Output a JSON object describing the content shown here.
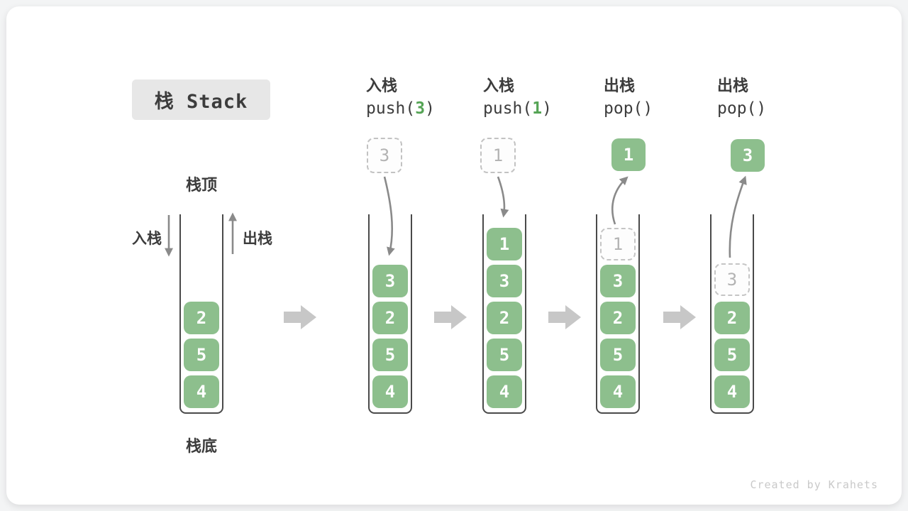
{
  "title": "栈 Stack",
  "footer": "Created by Krahets",
  "side_labels": {
    "stack_top": "栈顶",
    "stack_bottom": "栈底",
    "push": "入栈",
    "pop": "出栈"
  },
  "operations": [
    {
      "label": "入栈",
      "code_pre": "push(",
      "code_arg": "3",
      "code_post": ")"
    },
    {
      "label": "入栈",
      "code_pre": "push(",
      "code_arg": "1",
      "code_post": ")"
    },
    {
      "label": "出栈",
      "code_pre": "pop(",
      "code_arg": "",
      "code_post": ")"
    },
    {
      "label": "出栈",
      "code_pre": "pop(",
      "code_arg": "",
      "code_post": ")"
    }
  ],
  "floating_boxes": [
    {
      "value": "3",
      "style": "dashed"
    },
    {
      "value": "1",
      "style": "dashed"
    },
    {
      "value": "1",
      "style": "solid"
    },
    {
      "value": "3",
      "style": "solid"
    }
  ],
  "stacks": [
    {
      "cells": [
        {
          "value": "2"
        },
        {
          "value": "5"
        },
        {
          "value": "4"
        }
      ]
    },
    {
      "cells": [
        {
          "value": "3"
        },
        {
          "value": "2"
        },
        {
          "value": "5"
        },
        {
          "value": "4"
        }
      ]
    },
    {
      "cells": [
        {
          "value": "1"
        },
        {
          "value": "3"
        },
        {
          "value": "2"
        },
        {
          "value": "5"
        },
        {
          "value": "4"
        }
      ]
    },
    {
      "cells": [
        {
          "value": "1",
          "dashed": true
        },
        {
          "value": "3"
        },
        {
          "value": "2"
        },
        {
          "value": "5"
        },
        {
          "value": "4"
        }
      ]
    },
    {
      "cells": [
        {
          "value": "3",
          "dashed": true
        },
        {
          "value": "2"
        },
        {
          "value": "5"
        },
        {
          "value": "4"
        }
      ]
    }
  ],
  "icons": {
    "block_arrow": "right-block-arrow",
    "curved_arrow": "curved-arrow",
    "straight_arrow": "straight-arrow"
  },
  "colors": {
    "cell-green": "#8DBF8D",
    "code-green": "#55A455",
    "arrow-gray": "#8A8A8A",
    "block-arrow-gray": "#C7C7C7",
    "text-dark": "#3C3C3C",
    "muted-gray": "#B3B3B3"
  }
}
